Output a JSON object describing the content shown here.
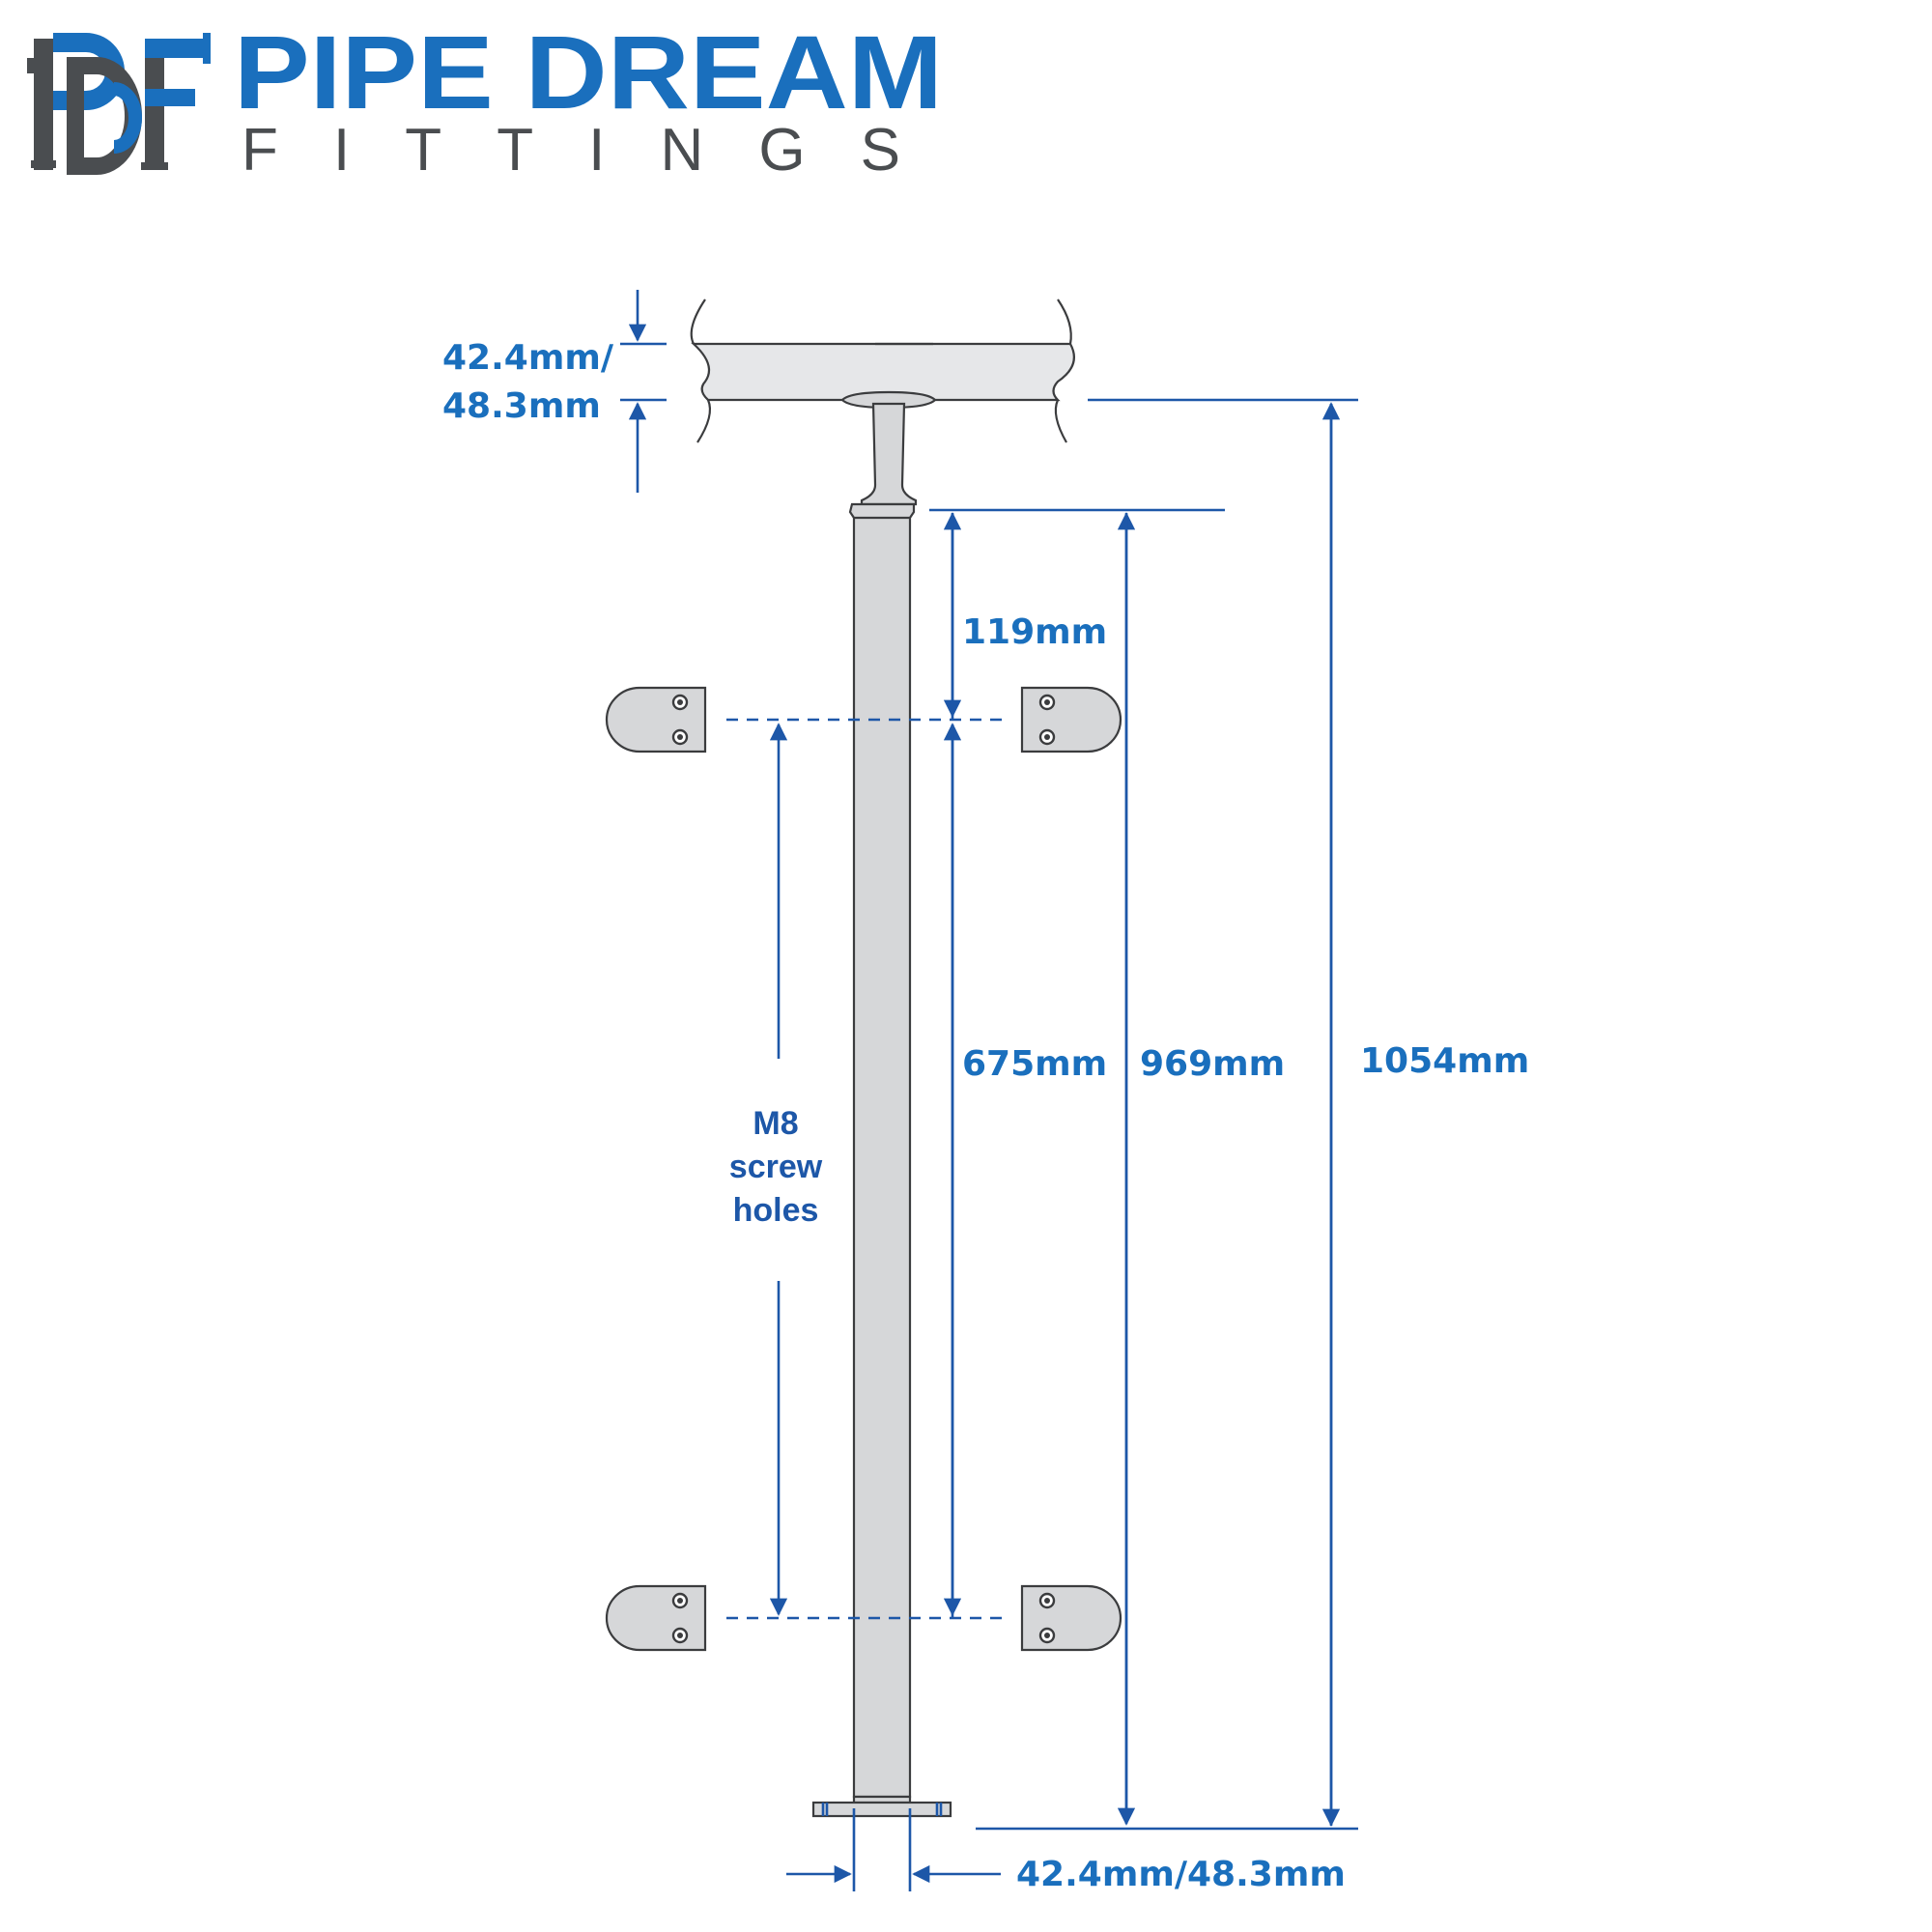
{
  "brand": {
    "logo_mark": "PDF",
    "title": "PIPE DREAM",
    "subtitle": "FITTINGS",
    "colors": {
      "blue": "#1a6fbd",
      "grey": "#4a4d50"
    }
  },
  "dimensions": {
    "rail_diameter_line1": "42.4mm/",
    "rail_diameter_line2": "48.3mm",
    "top_to_clamp": "119mm",
    "clamp_spacing": "675mm",
    "post_height": "969mm",
    "overall_height": "1054mm",
    "post_diameter": "42.4mm/48.3mm"
  },
  "notes": {
    "screw_line1": "M8",
    "screw_line2": "screw",
    "screw_line3": "holes"
  },
  "colors": {
    "dimension": "#1d57a8",
    "steel": "#d6d7d9",
    "outline": "#3b3c3e"
  }
}
